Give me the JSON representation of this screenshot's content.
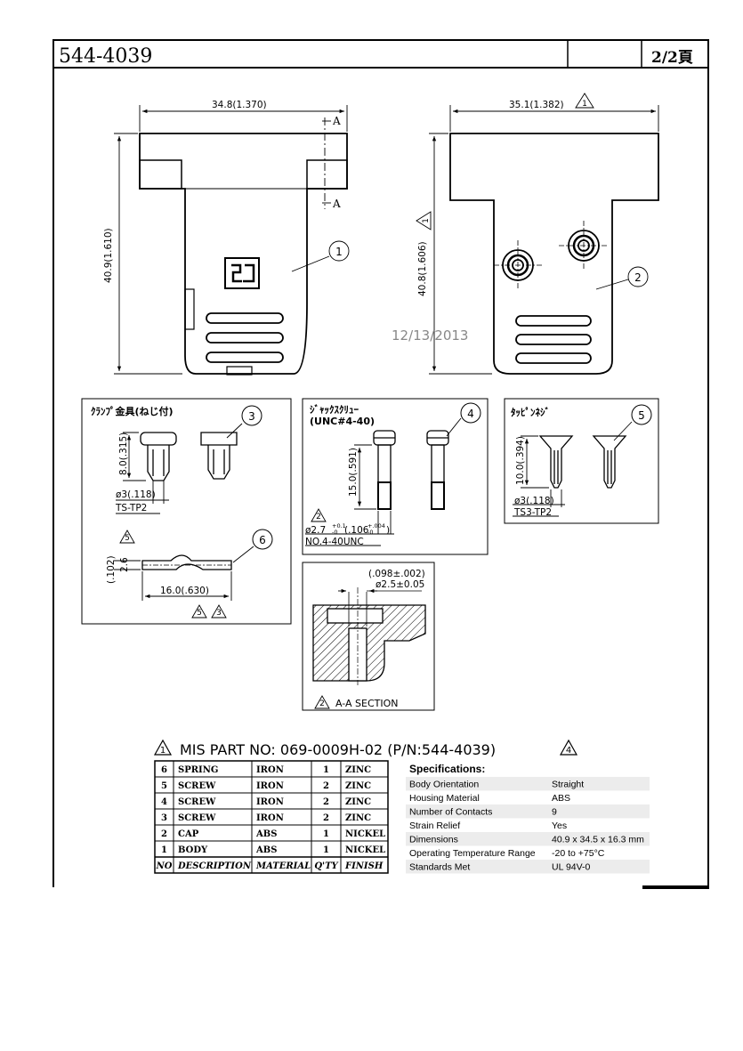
{
  "header": {
    "part_number": "544-4039",
    "page": "2/2頁"
  },
  "date_stamp": "12/13/2013",
  "views": {
    "front": {
      "width_dim": "34.8(1.370)",
      "height_dim": "40.9(1.610)",
      "section_mark_top": "A",
      "section_mark_bottom": "A",
      "balloon": "1"
    },
    "back": {
      "width_dim": "35.1(1.382)",
      "height_dim": "40.8(1.606)",
      "rev_mark_width": "1",
      "rev_mark_height": "1",
      "balloon": "2"
    }
  },
  "details": {
    "clamp": {
      "title": "ｸﾗﾝﾌﾟ金具(ねじ付)",
      "balloon": "3",
      "height_dim": "8.0(.315)",
      "dia_dim": "ø3(.118)",
      "spec": "TS-TP2"
    },
    "jackscrew": {
      "title_line1": "ｼﾞｬｯｸｽｸﾘｭｰ",
      "title_line2": "(UNC#4-40)",
      "balloon": "4",
      "length_dim": "15.0(.591)",
      "rev_mark": "2",
      "dia_main": "ø2.7",
      "dia_tol_up": "+0.1",
      "dia_tol_dn": "-0",
      "dia_inch": "(.106",
      "dia_inch_up": "+.004",
      "dia_inch_dn": "-0",
      "dia_inch_close": ")",
      "thread": "NO.4-40UNC"
    },
    "tapping": {
      "title": "ﾀｯﾋﾟﾝﾈｼﾞ",
      "balloon": "5",
      "height_dim": "10.0(.394)",
      "dia_dim": "ø3(.118)",
      "spec": "TS3-TP2"
    },
    "spring": {
      "balloon": "6",
      "rev_mark_top": "5",
      "thk_mm": "2.6",
      "thk_in": "(.102)",
      "len_dim": "16.0(.630)",
      "rev_mark_bot1": "5",
      "rev_mark_bot2": "3"
    },
    "section": {
      "dim_in": "(.098±.002)",
      "dim_mm": "ø2.5±0.05",
      "rev_mark": "2",
      "label": "A-A SECTION"
    }
  },
  "mis": {
    "rev_mark": "1",
    "text": "MIS PART NO: 069-0009H-02 (P/N:544-4039)",
    "rev_mark2": "4"
  },
  "bom": {
    "headers": [
      "NO",
      "DESCRIPTION",
      "MATERIAL",
      "Q'TY",
      "FINISH"
    ],
    "rows": [
      [
        "6",
        "SPRING",
        "IRON",
        "1",
        "ZINC"
      ],
      [
        "5",
        "SCREW",
        "IRON",
        "2",
        "ZINC"
      ],
      [
        "4",
        "SCREW",
        "IRON",
        "2",
        "ZINC"
      ],
      [
        "3",
        "SCREW",
        "IRON",
        "2",
        "ZINC"
      ],
      [
        "2",
        "CAP",
        "ABS",
        "1",
        "NICKEL"
      ],
      [
        "1",
        "BODY",
        "ABS",
        "1",
        "NICKEL"
      ]
    ]
  },
  "specifications": {
    "title": "Specifications:",
    "rows": [
      [
        "Body Orientation",
        "Straight"
      ],
      [
        "Housing Material",
        "ABS"
      ],
      [
        "Number of Contacts",
        "9"
      ],
      [
        "Strain Relief",
        "Yes"
      ],
      [
        "Dimensions",
        "40.9 x 34.5 x 16.3 mm"
      ],
      [
        "Operating Temperature Range",
        "-20 to +75°C"
      ],
      [
        "Standards Met",
        "UL 94V-0"
      ]
    ]
  }
}
